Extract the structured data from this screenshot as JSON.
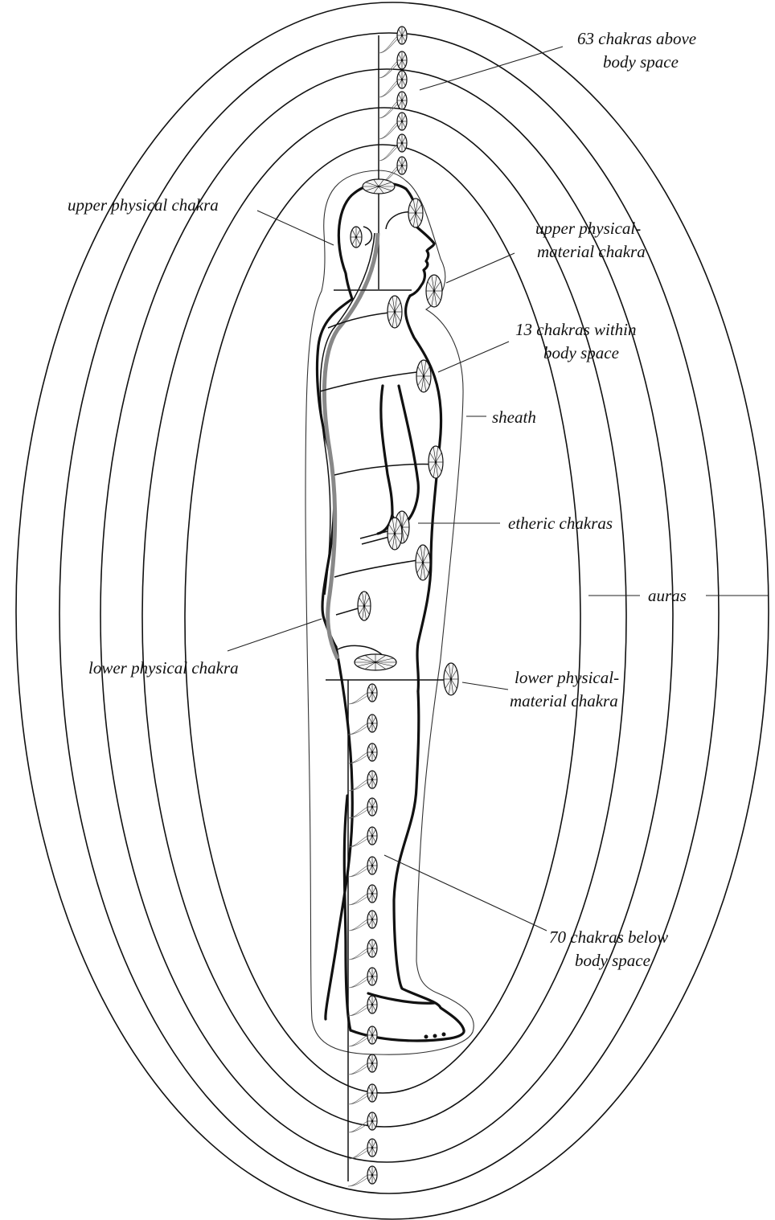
{
  "labels": {
    "above_line1": "63 chakras above",
    "above_line2": "body space",
    "upper_physical": "upper physical chakra",
    "upper_pm_line1": "upper physical-",
    "upper_pm_line2": "material chakra",
    "within_line1": "13 chakras within",
    "within_line2": "body space",
    "sheath": "sheath",
    "etheric": "etheric chakras",
    "auras": "auras",
    "lower_physical": "lower physical chakra",
    "lower_pm_line1": "lower physical-",
    "lower_pm_line2": "material chakra",
    "below_line1": "70 chakras below",
    "below_line2": "body space"
  },
  "colors": {
    "line": "#111111",
    "spine_channel": "#888888",
    "wheel_fill": "#f4f4f4"
  }
}
